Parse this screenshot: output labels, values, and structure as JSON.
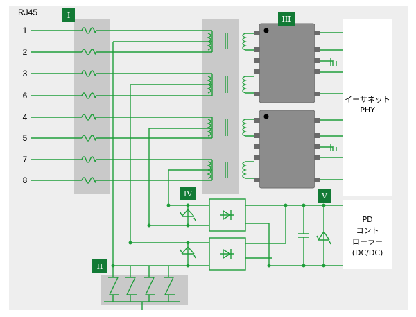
{
  "connector_label": "RJ45",
  "pins": [
    "1",
    "2",
    "3",
    "6",
    "4",
    "5",
    "7",
    "8"
  ],
  "badges": [
    "I",
    "II",
    "III",
    "IV",
    "V"
  ],
  "phy": {
    "line1": "イーサネット",
    "line2": "PHY"
  },
  "pd": {
    "line1": "PD",
    "line2": "コント",
    "line3": "ローラー",
    "line4": "(DC/DC)"
  },
  "colors": {
    "wire": "#1f9e3a",
    "band": "#c9c9c9",
    "ic": "#8c8c8c",
    "badge": "#127a35",
    "panel": "#eeeeee"
  }
}
